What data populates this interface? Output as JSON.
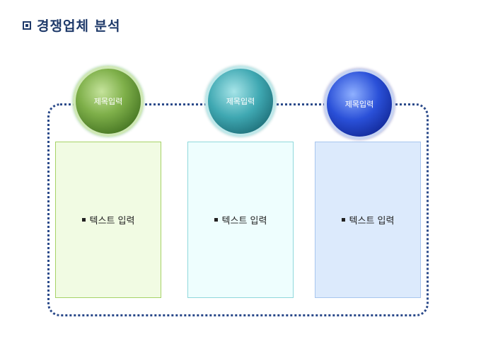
{
  "title": "경쟁업체 분석",
  "items": [
    {
      "heading": "제목입력",
      "text": "텍스트 입력",
      "color": "#6f9e3a"
    },
    {
      "heading": "제목입력",
      "text": "텍스트 입력",
      "color": "#2e9aa6"
    },
    {
      "heading": "제목입력",
      "text": "텍스트 입력",
      "color": "#1e3fbf"
    }
  ]
}
